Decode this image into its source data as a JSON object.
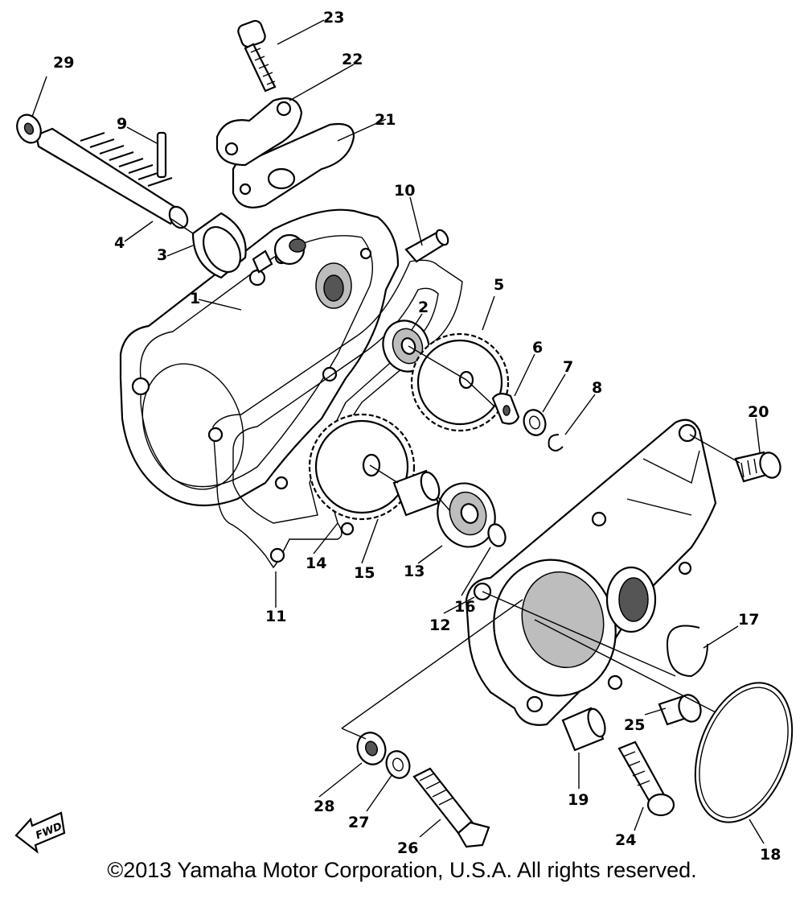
{
  "diagram": {
    "callouts": [
      "1",
      "2",
      "3",
      "4",
      "5",
      "6",
      "7",
      "8",
      "9",
      "10",
      "11",
      "12",
      "13",
      "14",
      "15",
      "16",
      "17",
      "18",
      "19",
      "20",
      "21",
      "22",
      "23",
      "24",
      "25",
      "26",
      "27",
      "28",
      "29"
    ],
    "direction_badge": "FWD"
  },
  "footer": {
    "copyright": "©2013 Yamaha Motor Corporation, U.S.A. All rights reserved."
  }
}
